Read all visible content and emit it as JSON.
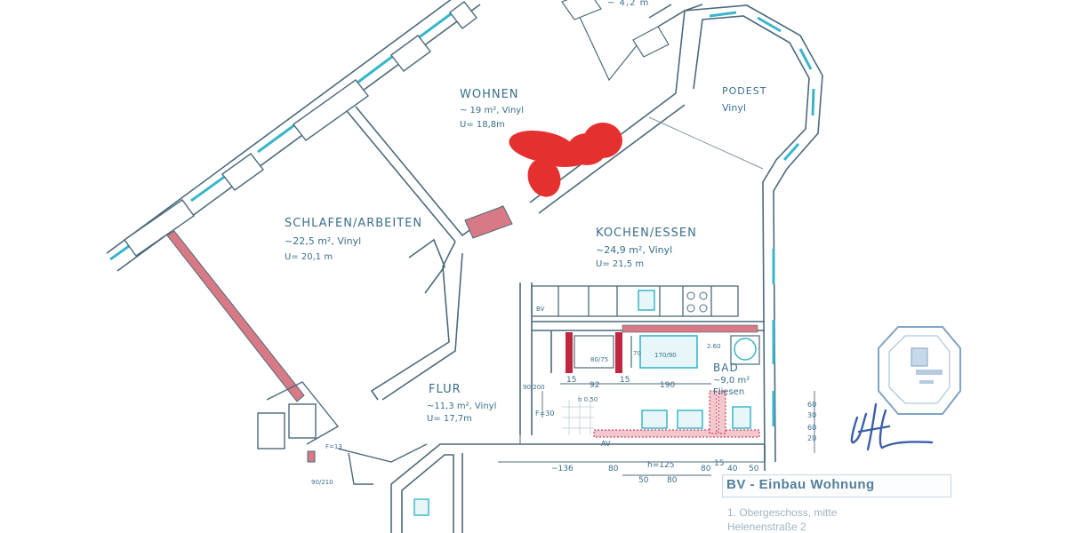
{
  "plan": {
    "rooms": [
      {
        "name": "WOHNEN",
        "area": "~ 19 m², Vinyl",
        "perimeter": "U= 18,8m"
      },
      {
        "name": "PODEST",
        "area": "Vinyl"
      },
      {
        "name": "SCHLAFEN/ARBEITEN",
        "area": "~22,5 m², Vinyl",
        "perimeter": "U= 20,1 m"
      },
      {
        "name": "KOCHEN/ESSEN",
        "area": "~24,9 m², Vinyl",
        "perimeter": "U= 21,5 m"
      },
      {
        "name": "BAD",
        "area": "~9,0 m²",
        "floor": "Fliesen"
      },
      {
        "name": "FLUR",
        "area": "~11,3 m², Vinyl",
        "perimeter": "U= 17,7m"
      }
    ],
    "dimensions": {
      "bad_row": [
        "15",
        "92",
        "15",
        "190"
      ],
      "bottom_row": [
        "~136",
        "80",
        "h=125",
        "80",
        "15",
        "40",
        "50"
      ],
      "bottom_row2": [
        "50",
        "80"
      ],
      "bath_fixtures": [
        "80/75",
        "170/90",
        "2.60",
        "70"
      ],
      "door_sizes": [
        "90/200",
        "90/210",
        "F=30",
        "F=13"
      ],
      "right_side": [
        "30",
        "60",
        "20",
        "60"
      ],
      "small_labels": [
        "BV",
        "AV",
        "h 0.50"
      ]
    },
    "stamp_text": "",
    "top_label": "~ 4,2 m"
  },
  "title_block": {
    "title": "BV - Einbau Wohnung",
    "line1": "1. Obergeschoss, mitte",
    "line2": "Helenenstraße 2"
  },
  "colors": {
    "wall": "#4b6a7a",
    "window": "#39b5c9",
    "brick": "#d87a86",
    "scribble": "#e53030",
    "text": "#3a6f8c"
  }
}
